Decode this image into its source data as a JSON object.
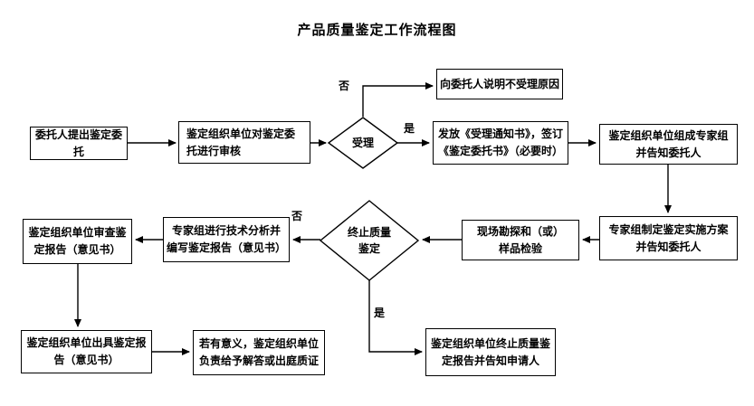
{
  "title": "产品质量鉴定工作流程图",
  "nodes": {
    "submit_request": {
      "label": "委托人提出鉴定委托"
    },
    "review_commission": {
      "label": "鉴定组织单位对鉴定委\n托进行审核"
    },
    "accept_decision": {
      "label": "受理"
    },
    "explain_no_accept": {
      "label": "向委托人说明不受理原因"
    },
    "issue_acceptance": {
      "label": "发放《受理通知书》，签订\n《鉴定委托书》（必要时）"
    },
    "form_expert_group": {
      "label": "鉴定组织单位组成专家组\n并告知委托人"
    },
    "make_plan": {
      "label": "专家组制定鉴定实施方案\n并告知委托人"
    },
    "site_survey": {
      "label": "现场勘探和（或）\n样品检验"
    },
    "terminate_decision": {
      "label": "终止质量\n鉴定"
    },
    "tech_analysis": {
      "label": "专家组进行技术分析并\n编写鉴定报告（意见书）"
    },
    "review_report": {
      "label": "鉴定组织单位审查鉴\n定报告（意见书）"
    },
    "issue_report": {
      "label": "鉴定组织单位出具鉴定报\n告（意见书）"
    },
    "answer_objection": {
      "label": "若有意义，鉴定组织单位\n负责给予解答或出庭质证"
    },
    "terminate_notice": {
      "label": "鉴定组织单位终止质量鉴\n定报告并告知申请人"
    }
  },
  "edge_labels": {
    "accept_no": "否",
    "accept_yes": "是",
    "terminate_no": "否",
    "terminate_yes": "是"
  },
  "colors": {
    "line": "#000000",
    "background": "#ffffff"
  }
}
